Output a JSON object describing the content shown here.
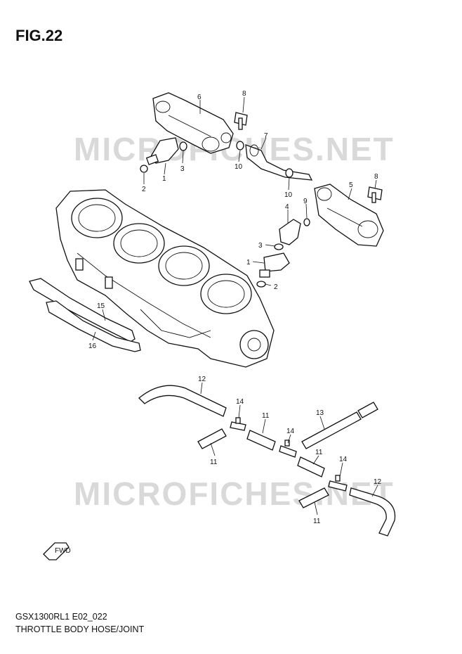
{
  "figure_title": "FIG.22",
  "watermark": "MICROFICHES.NET",
  "footer": {
    "code": "GSX1300RL1 E02_022",
    "name": "THROTTLE BODY HOSE/JOINT"
  },
  "fwd_arrow_label": "FWD",
  "callouts": [
    "6",
    "8",
    "7",
    "3",
    "1",
    "2",
    "10",
    "10",
    "8",
    "5",
    "9",
    "4",
    "3",
    "1",
    "2",
    "15",
    "16",
    "12",
    "14",
    "11",
    "13",
    "14",
    "11",
    "11",
    "14",
    "12",
    "11"
  ]
}
